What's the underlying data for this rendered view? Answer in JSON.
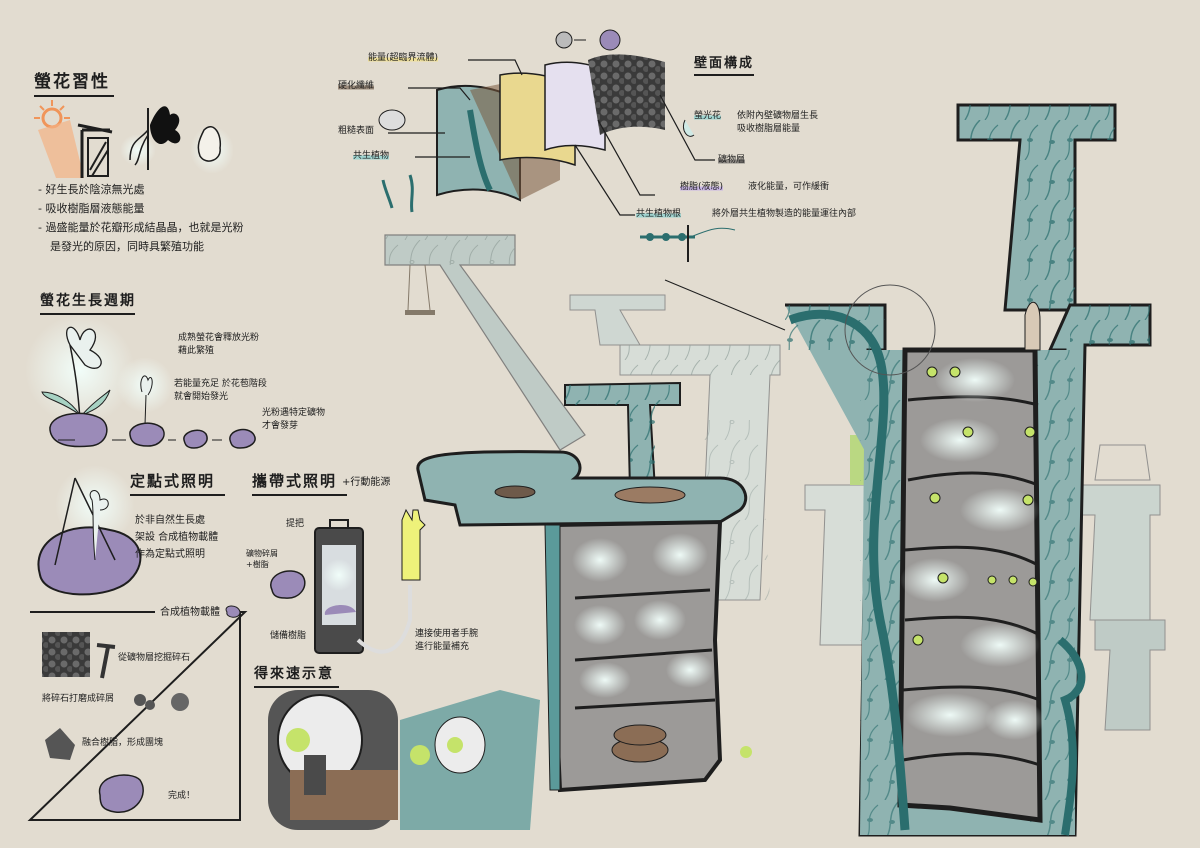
{
  "colors": {
    "background": "#e2dcd0",
    "tree_teal": "#8fb3b1",
    "vine_dark": "#2b6e6e",
    "interior_gray": "#9c9a98",
    "faded_tree": "#c5cdc8",
    "stone_purple": "#9b8bb8",
    "resin_yellow": "#e9d88f",
    "glow": "#e8fbf6"
  },
  "habit": {
    "title": "螢花習性",
    "points": [
      "- 好生長於陰涼無光處",
      "- 吸收樹脂層液態能量",
      "- 過盛能量於花瓣形成結晶晶，也就是光粉",
      "是發光的原因，同時具繁殖功能"
    ]
  },
  "cycle": {
    "title": "螢花生長週期",
    "note_mature": [
      "成熟螢花會釋放光粉",
      "藉此繁殖"
    ],
    "note_bud": [
      "若能量充足 於花苞階段",
      "就會開始發光"
    ],
    "note_spore": [
      "光粉遇特定礦物",
      "才會發芽"
    ]
  },
  "fixed_light": {
    "title": "定點式照明",
    "desc": [
      "於非自然生長處",
      "架設 合成植物載體",
      "作為定點式照明"
    ]
  },
  "portable_light": {
    "title": "攜帶式照明",
    "subtitle": "+行動能源",
    "handle_label": "提把",
    "ore_label": [
      "礦物碎屑",
      "+樹脂"
    ],
    "storage_label": "儲備樹脂",
    "wrist_label": [
      "連接使用者手腕",
      "進行能量補充"
    ]
  },
  "carrier": {
    "title": "合成植物載體",
    "steps": [
      "從礦物層挖掘碎石",
      "將碎石打磨成碎屑",
      "融合樹脂，形成團塊",
      "完成！"
    ]
  },
  "usage": {
    "title": "得來速示意"
  },
  "wall": {
    "title": "壁面構成",
    "labels": {
      "energy": "能量(超臨界流體)",
      "fiber": "硬化纖維",
      "rough": "粗糙表面",
      "epiphyte": "共生植物"
    },
    "flower_label": "螢光花",
    "flower_desc": [
      "依附內壁礦物層生長",
      "吸收樹脂層能量"
    ],
    "mineral_label": "礦物層",
    "resin_label": "樹脂(液態)",
    "resin_desc": "液化能量，可作緩衝",
    "root_label": "共生植物根",
    "root_desc": "將外層共生植物製造的能量運往內部"
  }
}
